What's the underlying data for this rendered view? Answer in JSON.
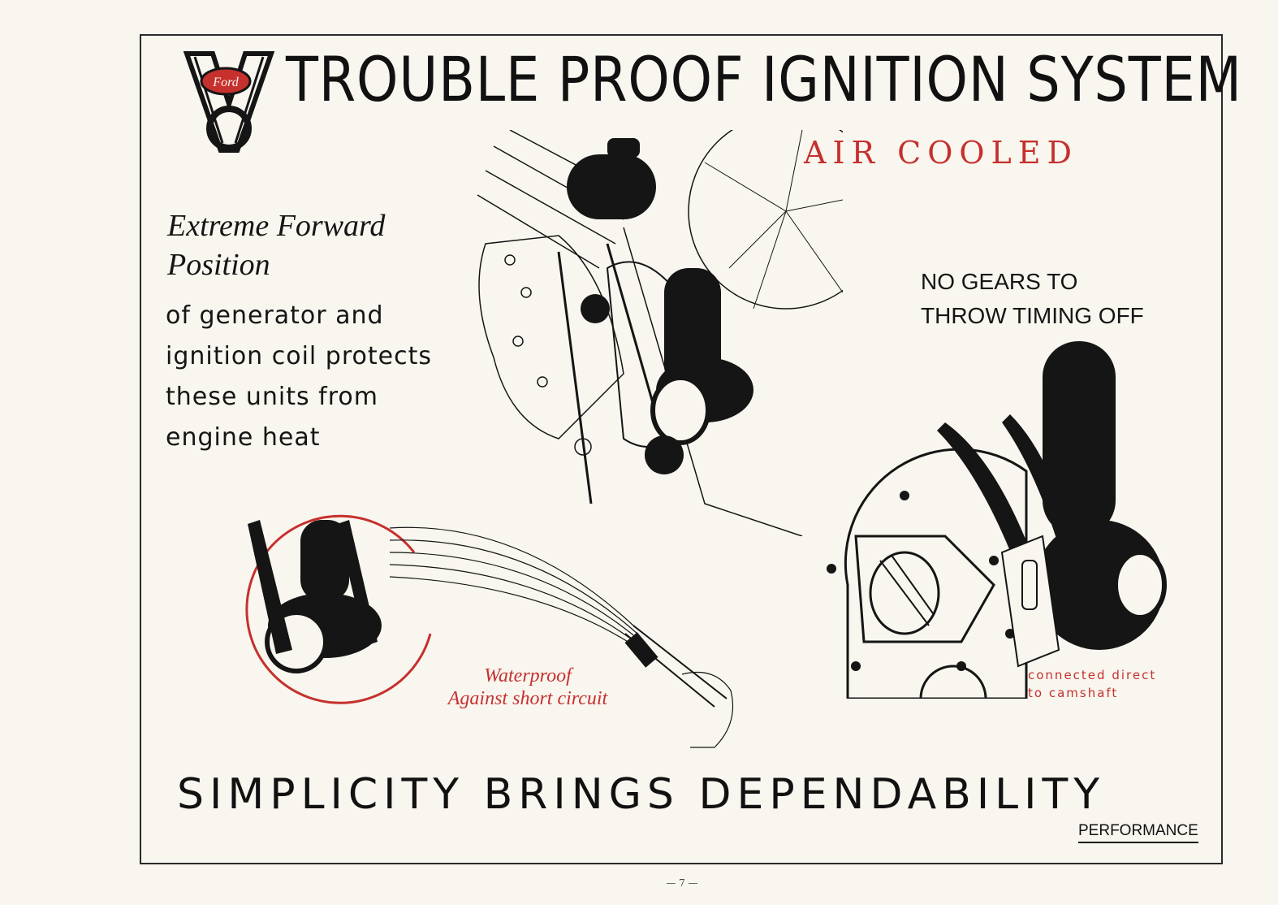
{
  "header": {
    "title": "TROUBLE PROOF IGNITION SYSTEM",
    "subtitle": "AIR COOLED",
    "logo_text": "Ford"
  },
  "left_text": {
    "lead_lines": [
      "Extreme Forward",
      "Position"
    ],
    "body_lines": [
      "of generator and",
      "ignition coil protects",
      "these units from",
      "engine heat"
    ]
  },
  "right_text": {
    "lines": [
      "NO GEARS TO",
      "THROW TIMING OFF"
    ]
  },
  "captions": {
    "waterproof": [
      "Waterproof",
      "Against short circuit"
    ],
    "camshaft": [
      "connected direct",
      "to camshaft"
    ]
  },
  "footer": {
    "headline": "SIMPLICITY BRINGS DEPENDABILITY",
    "section": "PERFORMANCE",
    "page_number": "— 7 —"
  },
  "colors": {
    "accent_red": "#c6302d",
    "ink": "#151515",
    "paper": "#f8f6ef"
  }
}
